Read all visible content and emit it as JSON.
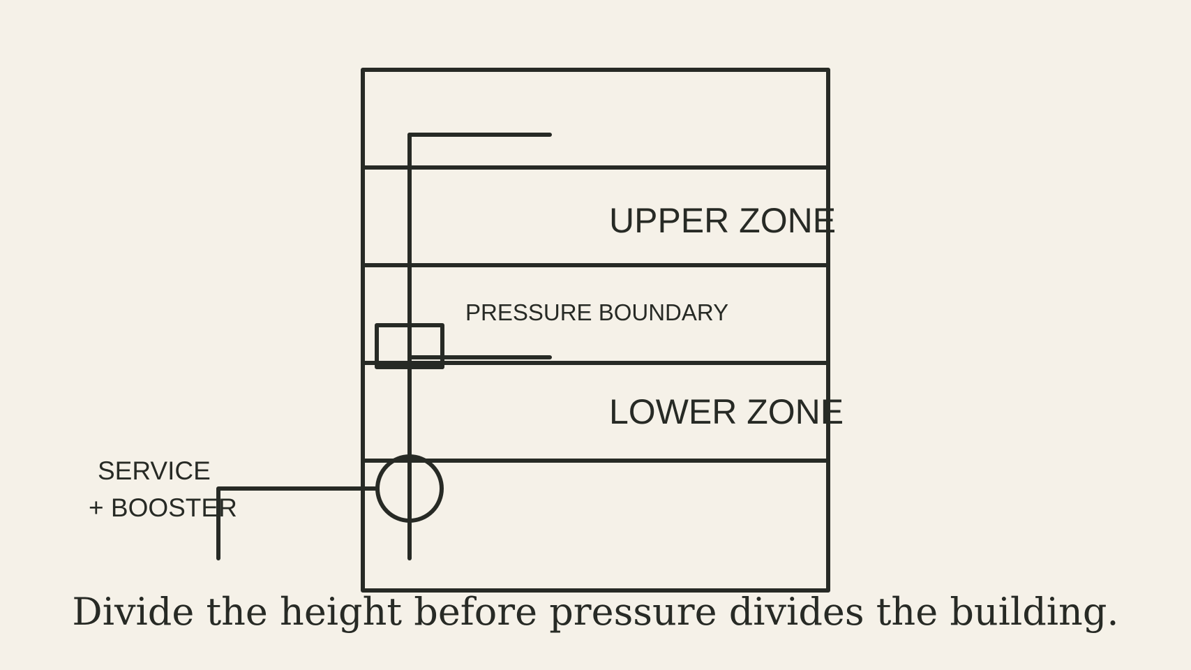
{
  "diagram": {
    "upper_zone_label": "UPPER ZONE",
    "pressure_boundary_label": "PRESSURE BOUNDARY",
    "lower_zone_label": "LOWER ZONE",
    "service_label_line1": "SERVICE",
    "service_label_line2": "+ BOOSTER"
  },
  "caption": "Divide the height before pressure divides the building.",
  "colors": {
    "background": "#f5f1e8",
    "ink": "#272a25"
  }
}
